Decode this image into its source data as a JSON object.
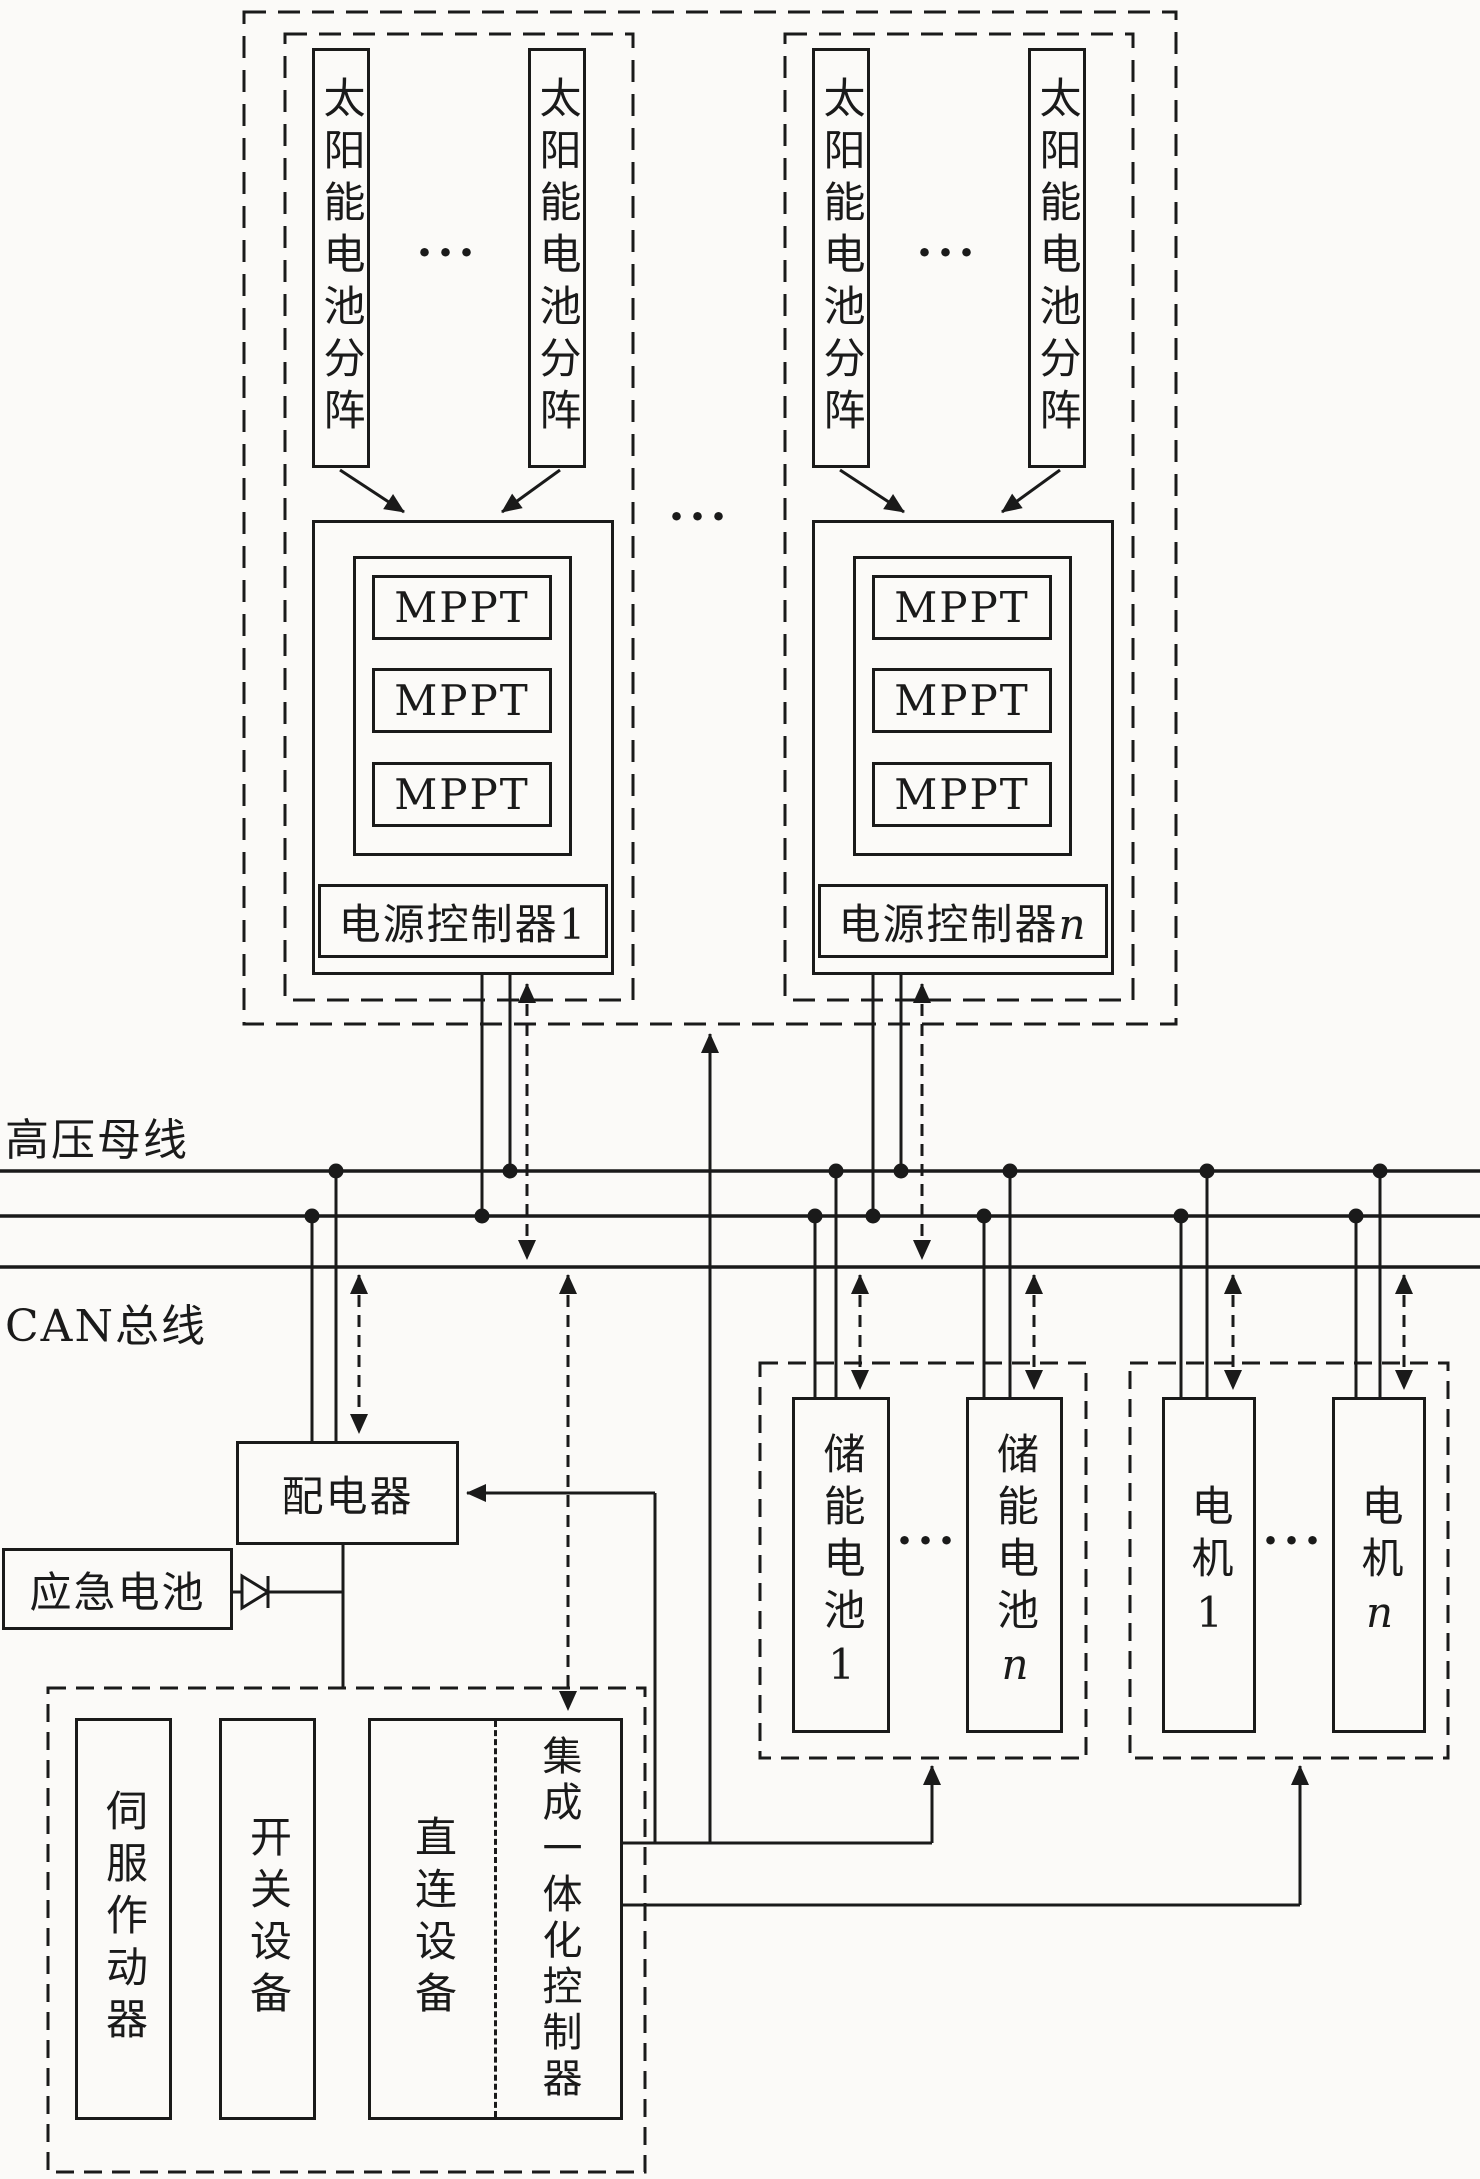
{
  "solar": {
    "array_label": "太阳能电池分阵",
    "mppt_label": "MPPT",
    "controller_prefix": "电源控制器",
    "controller_1_suffix": "1",
    "controller_n_suffix": "n",
    "ellipsis": "···"
  },
  "buses": {
    "hv_label": "高压母线",
    "can_label": "CAN总线"
  },
  "distribution": {
    "distributor_label": "配电器",
    "emergency_battery_label": "应急电池"
  },
  "devices": {
    "servo_label": "伺服作动器",
    "switch_label": "开关设备",
    "direct_label": "直连设备",
    "integrated_label": "集成一体化控制器"
  },
  "storage": {
    "prefix": "储能电池",
    "unit1_suffix": "1",
    "unitn_suffix": "n",
    "ellipsis": "···"
  },
  "motors": {
    "prefix": "电机",
    "unit1_suffix": "1",
    "unitn_suffix": "n",
    "ellipsis": "···"
  },
  "colors": {
    "line": "#1a1a1a",
    "background": "#fbfaf8"
  }
}
